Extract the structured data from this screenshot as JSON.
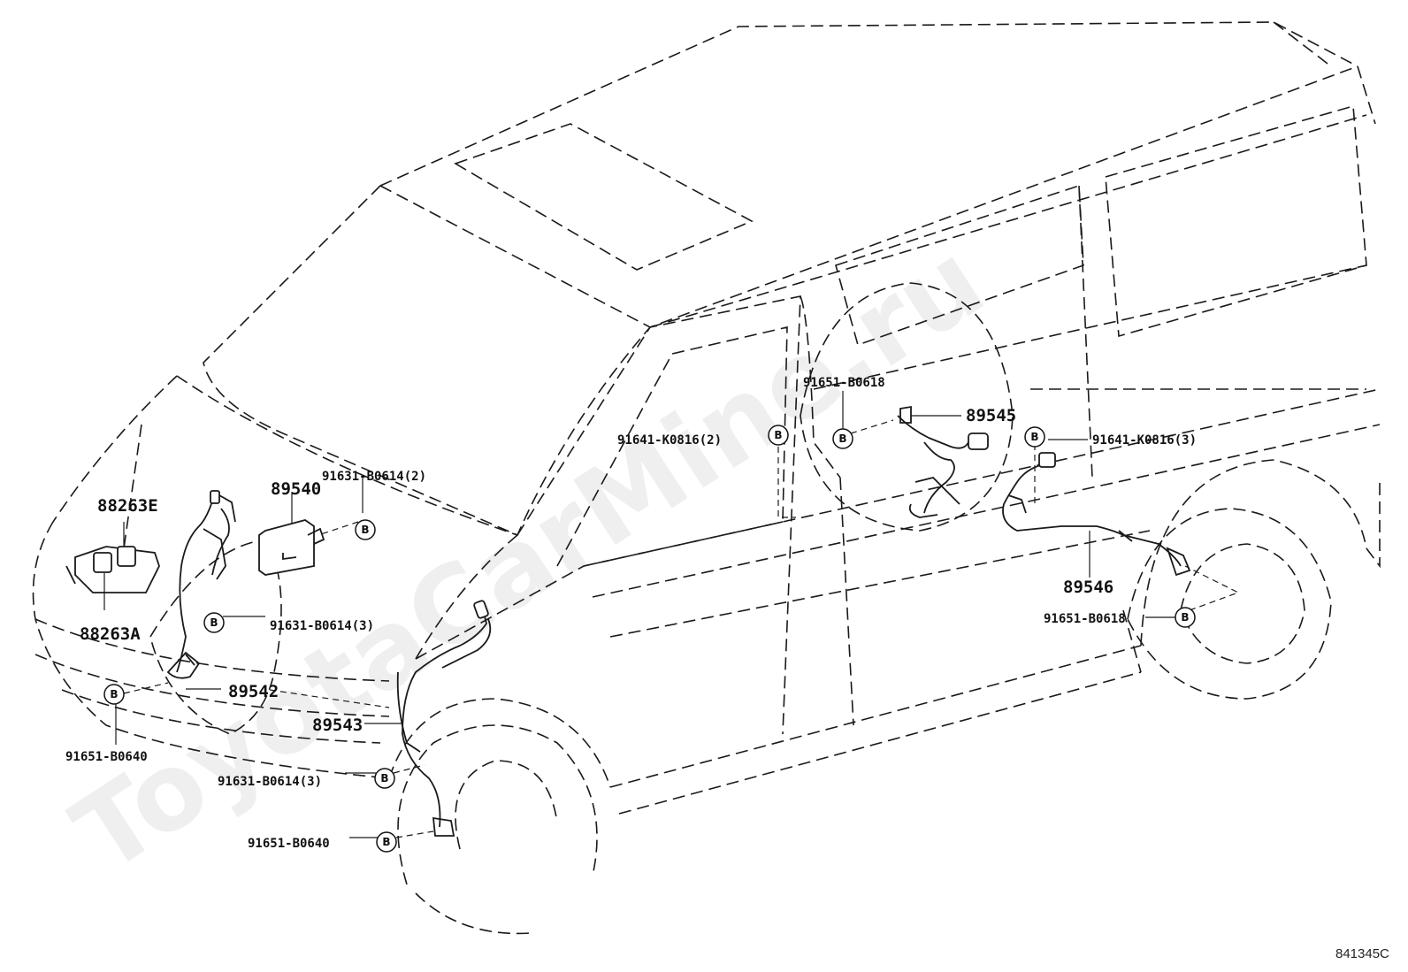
{
  "watermark": "ToyotaCarMine.ru",
  "diagram_code": "841345C",
  "badge_symbol": "B",
  "labels": {
    "p88263E": "88263E",
    "p88263A": "88263A",
    "p89540": "89540",
    "p91631_2": "91631-B0614(2)",
    "p91631_3a": "91631-B0614(3)",
    "p89542": "89542",
    "p91651_0640a": "91651-B0640",
    "p89543": "89543",
    "p91631_3b": "91631-B0614(3)",
    "p91651_0640b": "91651-B0640",
    "p91641_2": "91641-K0816(2)",
    "p91651_0618a": "91651-B0618",
    "p89545": "89545",
    "p91641_3": "91641-K0816(3)",
    "p89546": "89546",
    "p91651_0618b": "91651-B0618"
  }
}
